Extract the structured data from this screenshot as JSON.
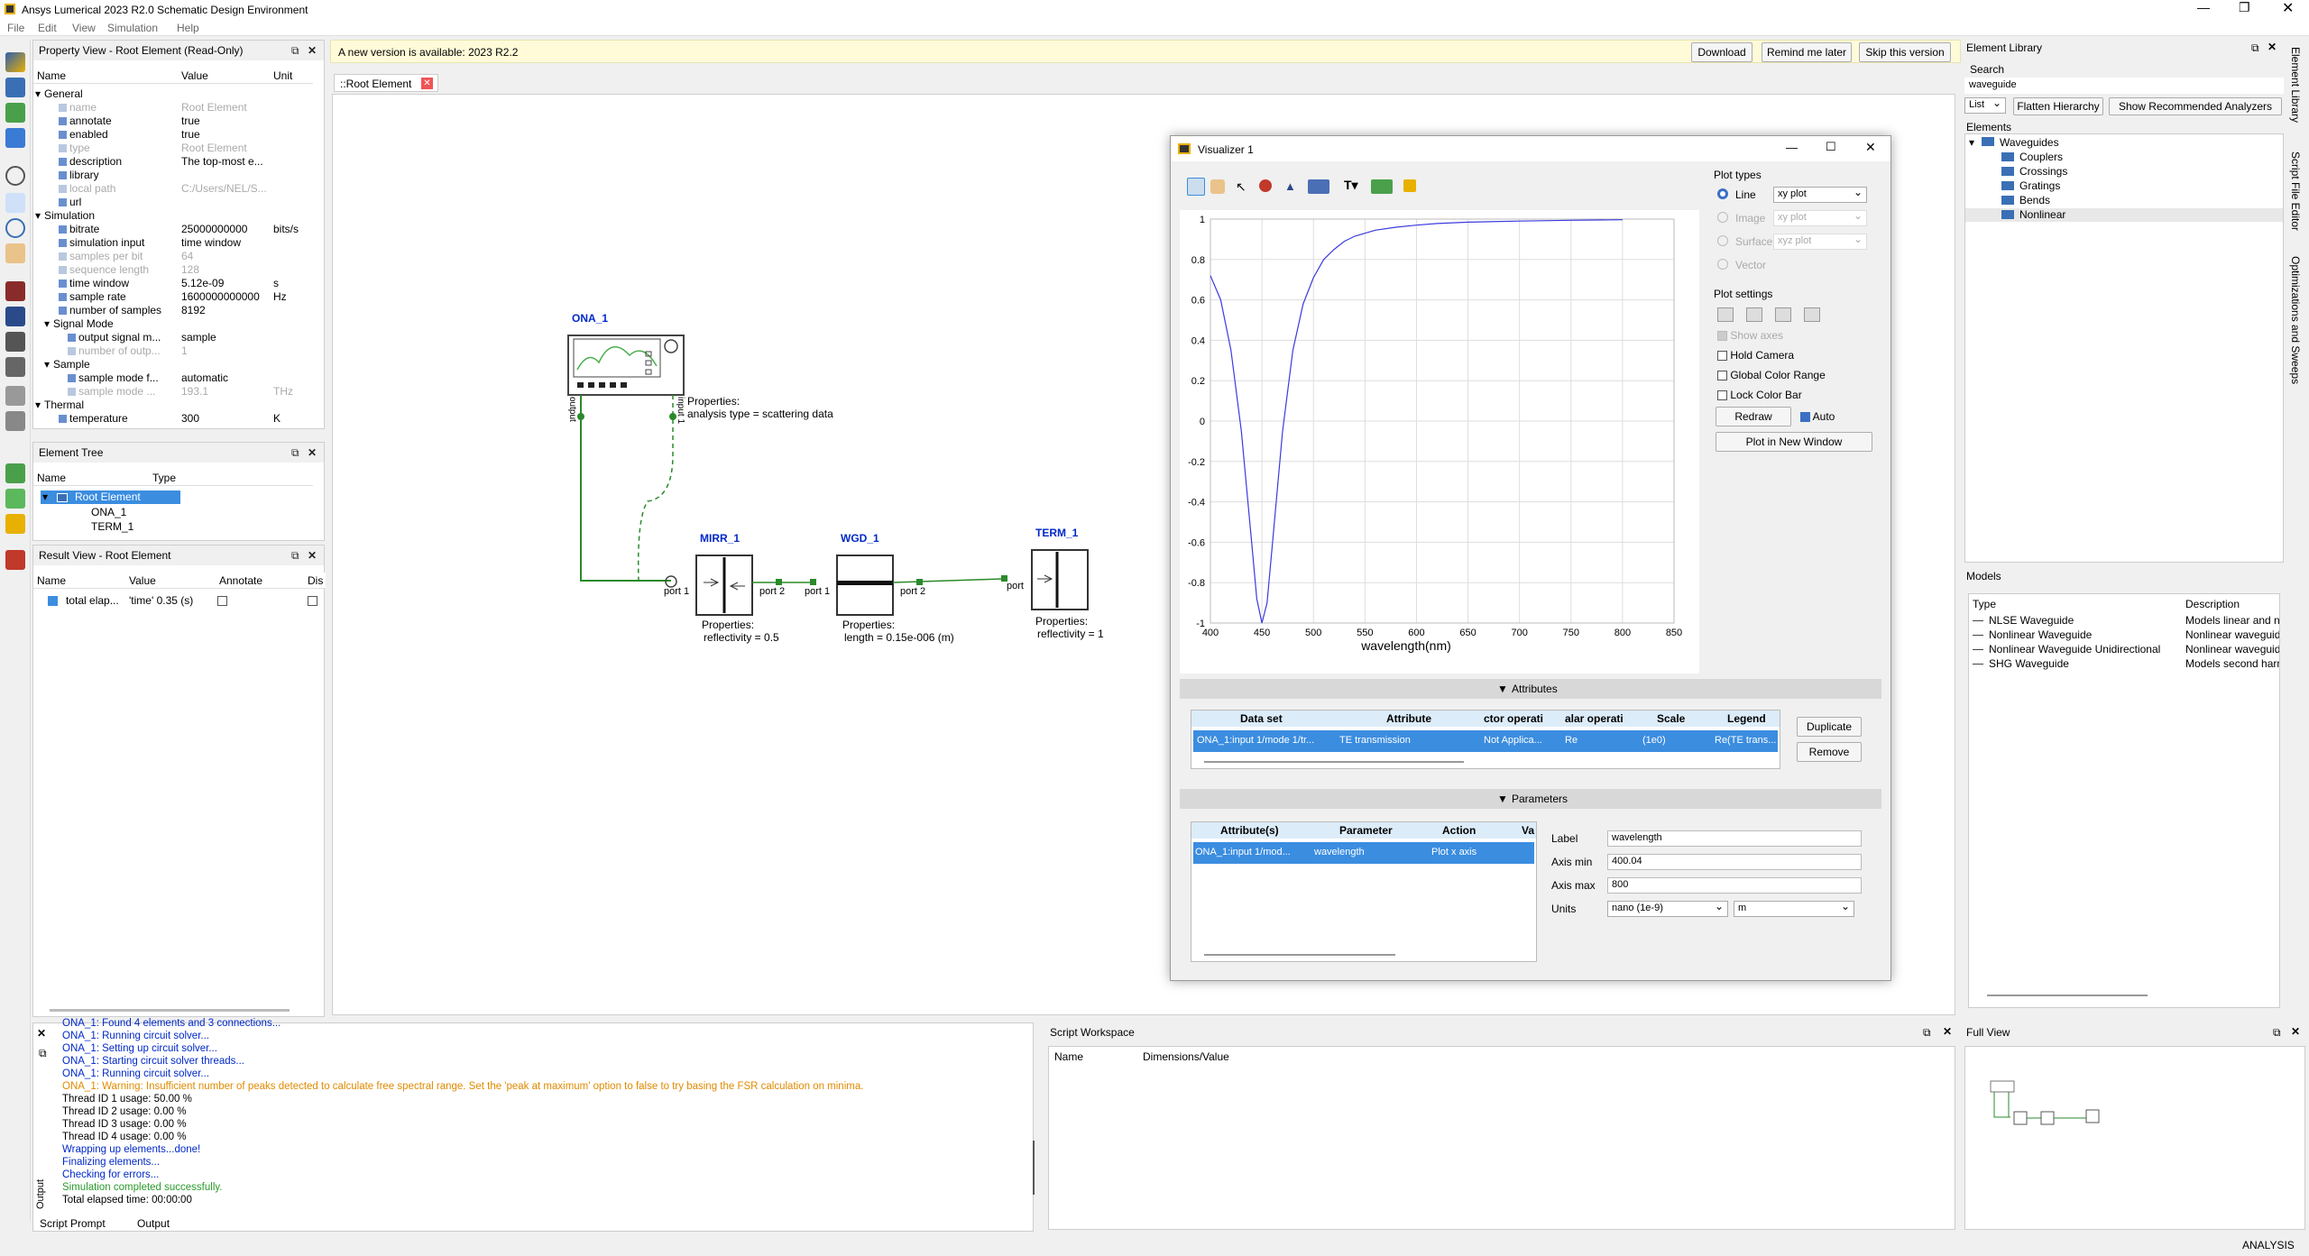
{
  "app": {
    "title": "Ansys Lumerical 2023 R2.0 Schematic Design Environment"
  },
  "menu": [
    "File",
    "Edit",
    "View",
    "Simulation",
    "Help"
  ],
  "notice": {
    "text": "A new version is available: 2023 R2.2",
    "download": "Download",
    "remind": "Remind me later",
    "skip": "Skip this version"
  },
  "tab": {
    "label": "::Root Element"
  },
  "property_view": {
    "title": "Property View - Root Element (Read-Only)",
    "cols": [
      "Name",
      "Value",
      "Unit"
    ],
    "rows": [
      {
        "k": "General",
        "v": "",
        "u": "",
        "lvl": 0,
        "grp": true
      },
      {
        "k": "name",
        "v": "Root Element",
        "u": "",
        "lvl": 1,
        "dim": true
      },
      {
        "k": "annotate",
        "v": "true",
        "u": "",
        "lvl": 1
      },
      {
        "k": "enabled",
        "v": "true",
        "u": "",
        "lvl": 1
      },
      {
        "k": "type",
        "v": "Root Element",
        "u": "",
        "lvl": 1,
        "dim": true
      },
      {
        "k": "description",
        "v": "The top-most e...",
        "u": "",
        "lvl": 1
      },
      {
        "k": "library",
        "v": "",
        "u": "",
        "lvl": 1
      },
      {
        "k": "local path",
        "v": "C:/Users/NEL/S...",
        "u": "",
        "lvl": 1,
        "dim": true
      },
      {
        "k": "url",
        "v": "",
        "u": "",
        "lvl": 1
      },
      {
        "k": "Simulation",
        "v": "",
        "u": "",
        "lvl": 0,
        "grp": true
      },
      {
        "k": "bitrate",
        "v": "25000000000",
        "u": "bits/s",
        "lvl": 1
      },
      {
        "k": "simulation input",
        "v": "time window",
        "u": "",
        "lvl": 1
      },
      {
        "k": "samples per bit",
        "v": "64",
        "u": "",
        "lvl": 1,
        "dim": true
      },
      {
        "k": "sequence length",
        "v": "128",
        "u": "",
        "lvl": 1,
        "dim": true
      },
      {
        "k": "time window",
        "v": "5.12e-09",
        "u": "s",
        "lvl": 1
      },
      {
        "k": "sample rate",
        "v": "1600000000000",
        "u": "Hz",
        "lvl": 1
      },
      {
        "k": "number of samples",
        "v": "8192",
        "u": "",
        "lvl": 1
      },
      {
        "k": "Signal Mode",
        "v": "",
        "u": "",
        "lvl": 1,
        "grp": true
      },
      {
        "k": "output signal m...",
        "v": "sample",
        "u": "",
        "lvl": 2
      },
      {
        "k": "number of outp...",
        "v": "1",
        "u": "",
        "lvl": 2,
        "dim": true
      },
      {
        "k": "Sample",
        "v": "",
        "u": "",
        "lvl": 1,
        "grp": true
      },
      {
        "k": "sample mode f...",
        "v": "automatic",
        "u": "",
        "lvl": 2
      },
      {
        "k": "sample mode ...",
        "v": "193.1",
        "u": "THz",
        "lvl": 2,
        "dim": true
      },
      {
        "k": "Thermal",
        "v": "",
        "u": "",
        "lvl": 0,
        "grp": true
      },
      {
        "k": "temperature",
        "v": "300",
        "u": "K",
        "lvl": 1
      }
    ]
  },
  "element_tree": {
    "title": "Element Tree",
    "cols": [
      "Name",
      "Type"
    ],
    "root": "Root Element",
    "children": [
      "ONA_1",
      "TERM_1"
    ]
  },
  "result_view": {
    "title": "Result View - Root Element",
    "cols": [
      "Name",
      "Value",
      "Annotate",
      "Dis"
    ],
    "row": {
      "name": "total elap...",
      "value": "'time' 0.35 (s)"
    }
  },
  "schematic": {
    "ona": {
      "label": "ONA_1",
      "output": "output",
      "input": "input 1",
      "props": [
        "Properties:",
        "analysis type = scattering data"
      ]
    },
    "mirr": {
      "label": "MIRR_1",
      "p1": "port 1",
      "p2": "port 2",
      "props": [
        "Properties:",
        "reflectivity = 0.5"
      ]
    },
    "wgd": {
      "label": "WGD_1",
      "p1": "port 1",
      "p2": "port 2",
      "props": [
        "Properties:",
        "length = 0.15e-006 (m)"
      ]
    },
    "term": {
      "label": "TERM_1",
      "p1": "port",
      "props": [
        "Properties:",
        "reflectivity = 1"
      ]
    }
  },
  "visualizer": {
    "title": "Visualizer 1",
    "plot_types": {
      "title": "Plot types",
      "line": "Line",
      "line_sel": "xy plot",
      "image": "Image",
      "image_sel": "xy plot",
      "surface": "Surface",
      "surface_sel": "xyz plot",
      "vector": "Vector"
    },
    "plot_settings": {
      "title": "Plot settings",
      "show_axes": "Show axes",
      "hold_camera": "Hold Camera",
      "global_color": "Global Color Range",
      "lock_color": "Lock Color Bar",
      "redraw": "Redraw",
      "auto": "Auto",
      "new_window": "Plot in New Window"
    },
    "attributes": {
      "title": "Attributes",
      "cols": [
        "Data set",
        "Attribute",
        "ctor operati",
        "alar operati",
        "Scale",
        "Legend"
      ],
      "row": [
        "ONA_1:input 1/mode 1/tr...",
        "TE transmission",
        "Not Applica...",
        "Re",
        "(1e0)",
        "Re(TE trans..."
      ],
      "duplicate": "Duplicate",
      "remove": "Remove"
    },
    "parameters": {
      "title": "Parameters",
      "cols": [
        "Attribute(s)",
        "Parameter",
        "Action",
        "Va"
      ],
      "row": [
        "ONA_1:input 1/mod...",
        "wavelength",
        "Plot x axis",
        ""
      ],
      "label_k": "Label",
      "label_v": "wavelength",
      "min_k": "Axis min",
      "min_v": "400.04",
      "max_k": "Axis max",
      "max_v": "800",
      "units_k": "Units",
      "units_v": "nano (1e-9)",
      "units_v2": "m"
    }
  },
  "chart_data": {
    "type": "line",
    "xlabel": "wavelength(nm)",
    "ylabel": "",
    "xlim": [
      400,
      850
    ],
    "ylim": [
      -1,
      1
    ],
    "xticks": [
      "400",
      "450",
      "500",
      "550",
      "600",
      "650",
      "700",
      "750",
      "800",
      "850"
    ],
    "yticks": [
      "1",
      "0.8",
      "0.6",
      "0.4",
      "0.2",
      "0",
      "-0.2",
      "-0.4",
      "-0.6",
      "-0.8",
      "-1"
    ],
    "series": [
      {
        "color": "#3a3ae0",
        "x": [
          400.04,
          410,
          420,
          430,
          440,
          445,
          450,
          455,
          460,
          470,
          480,
          490,
          500,
          510,
          520,
          530,
          540,
          550,
          560,
          580,
          600,
          620,
          650,
          700,
          750,
          800
        ],
        "y": [
          0.72,
          0.6,
          0.35,
          -0.05,
          -0.6,
          -0.88,
          -1.0,
          -0.9,
          -0.62,
          -0.05,
          0.35,
          0.58,
          0.71,
          0.8,
          0.85,
          0.89,
          0.915,
          0.93,
          0.945,
          0.96,
          0.97,
          0.978,
          0.985,
          0.99,
          0.994,
          0.997
        ]
      }
    ]
  },
  "library": {
    "title": "Element Library",
    "search_label": "Search",
    "search": "waveguide",
    "list": "List",
    "flatten": "Flatten Hierarchy",
    "show_rec": "Show Recommended Analyzers",
    "elements_label": "Elements",
    "root": "Waveguides",
    "items": [
      "Couplers",
      "Crossings",
      "Gratings",
      "Bends",
      "Nonlinear"
    ],
    "side_tabs": [
      "Element Library",
      "Script File Editor",
      "Optimizations and Sweeps"
    ]
  },
  "models": {
    "title": "Models",
    "cols": [
      "Type",
      "Description"
    ],
    "rows": [
      [
        "NLSE Waveguide",
        "Models linear and no"
      ],
      [
        "Nonlinear Waveguide",
        "Nonlinear waveguide"
      ],
      [
        "Nonlinear Waveguide Unidirectional",
        "Nonlinear waveguide"
      ],
      [
        "SHG Waveguide",
        "Models second harm"
      ]
    ]
  },
  "output": {
    "lines": [
      {
        "t": "ONA_1: Found 4 elements and 3 connections...",
        "c": "blue"
      },
      {
        "t": "ONA_1: Running circuit solver...",
        "c": "blue"
      },
      {
        "t": "ONA_1: Setting up circuit solver...",
        "c": "blue"
      },
      {
        "t": "ONA_1: Starting circuit solver threads...",
        "c": "blue"
      },
      {
        "t": "ONA_1: Running circuit solver...",
        "c": "blue"
      },
      {
        "t": "ONA_1: Warning: Insufficient number of peaks detected to calculate free spectral range. Set the 'peak at maximum' option to false to try basing the FSR calculation on minima.",
        "c": "orange"
      },
      {
        "t": "Thread ID 1 usage: 50.00 %",
        "c": "black"
      },
      {
        "t": "Thread ID 2 usage: 0.00 %",
        "c": "black"
      },
      {
        "t": "Thread ID 3 usage: 0.00 %",
        "c": "black"
      },
      {
        "t": "Thread ID 4 usage: 0.00 %",
        "c": "black"
      },
      {
        "t": " Wrapping up elements...done!",
        "c": "blue"
      },
      {
        "t": " Finalizing elements...",
        "c": "blue"
      },
      {
        "t": " Checking for errors...",
        "c": "blue"
      },
      {
        "t": "Simulation completed successfully.",
        "c": "green"
      },
      {
        "t": " Total elapsed time: 00:00:00",
        "c": "black"
      }
    ],
    "tab_script": "Script Prompt",
    "tab_output": "Output",
    "side": "Output"
  },
  "script_ws": {
    "title": "Script Workspace",
    "cols": [
      "Name",
      "Dimensions/Value"
    ]
  },
  "full_view": {
    "title": "Full View"
  },
  "status": {
    "text": "ANALYSIS"
  }
}
